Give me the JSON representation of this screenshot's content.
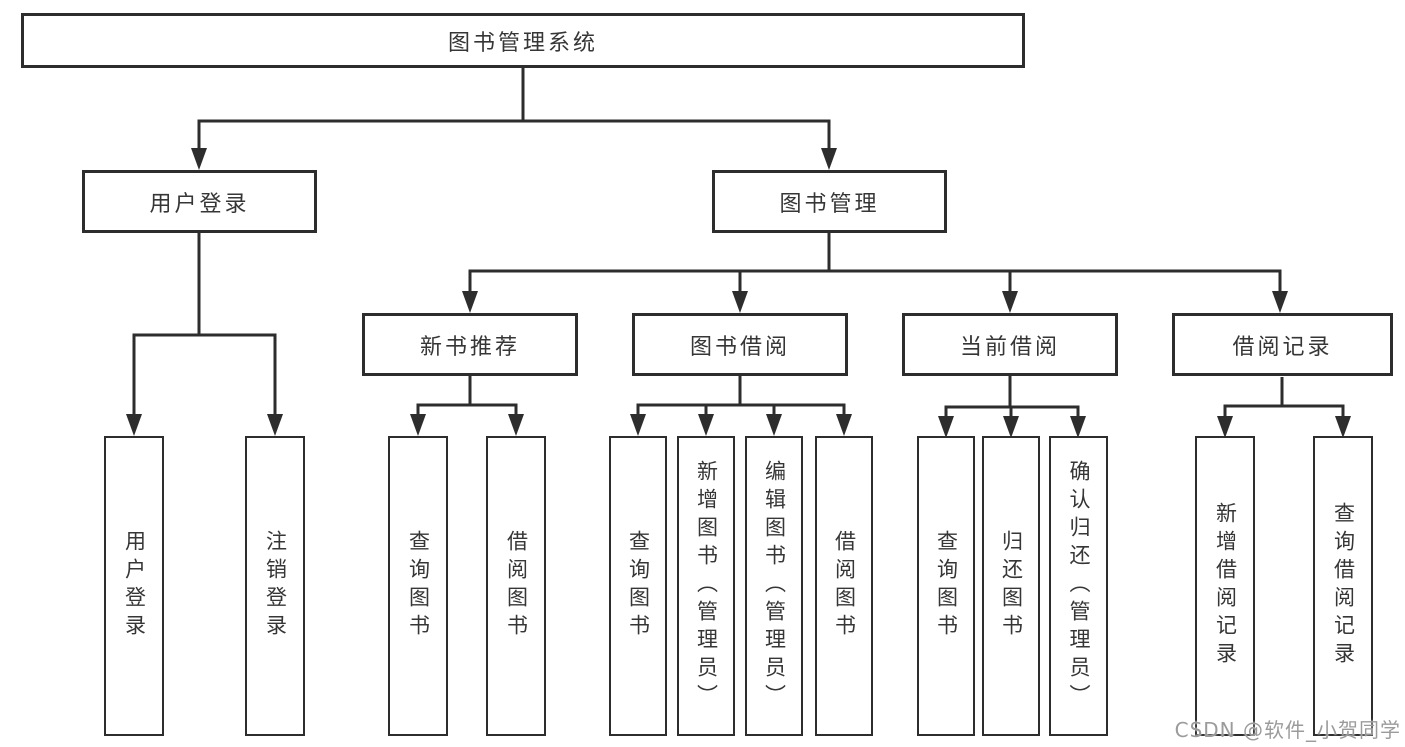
{
  "diagram": {
    "title": "图书管理系统",
    "root": {
      "label": "图书管理系统",
      "children": [
        {
          "label": "用户登录",
          "children": [
            {
              "label": "用户登录"
            },
            {
              "label": "注销登录"
            }
          ]
        },
        {
          "label": "图书管理",
          "children": [
            {
              "label": "新书推荐",
              "children": [
                {
                  "label": "查询图书"
                },
                {
                  "label": "借阅图书"
                }
              ]
            },
            {
              "label": "图书借阅",
              "children": [
                {
                  "label": "查询图书"
                },
                {
                  "label": "新增图书（管理员）"
                },
                {
                  "label": "编辑图书（管理员）"
                },
                {
                  "label": "借阅图书"
                }
              ]
            },
            {
              "label": "当前借阅",
              "children": [
                {
                  "label": "查询图书"
                },
                {
                  "label": "归还图书"
                },
                {
                  "label": "确认归还（管理员）"
                }
              ]
            },
            {
              "label": "借阅记录",
              "children": [
                {
                  "label": "新增借阅记录"
                },
                {
                  "label": "查询借阅记录"
                }
              ]
            }
          ]
        }
      ]
    },
    "colors": {
      "line": "#2d2d2d",
      "text": "#363636",
      "watermark": "#9b9b9b",
      "background": "#ffffff"
    }
  },
  "watermark": "CSDN @软件_小贺同学"
}
